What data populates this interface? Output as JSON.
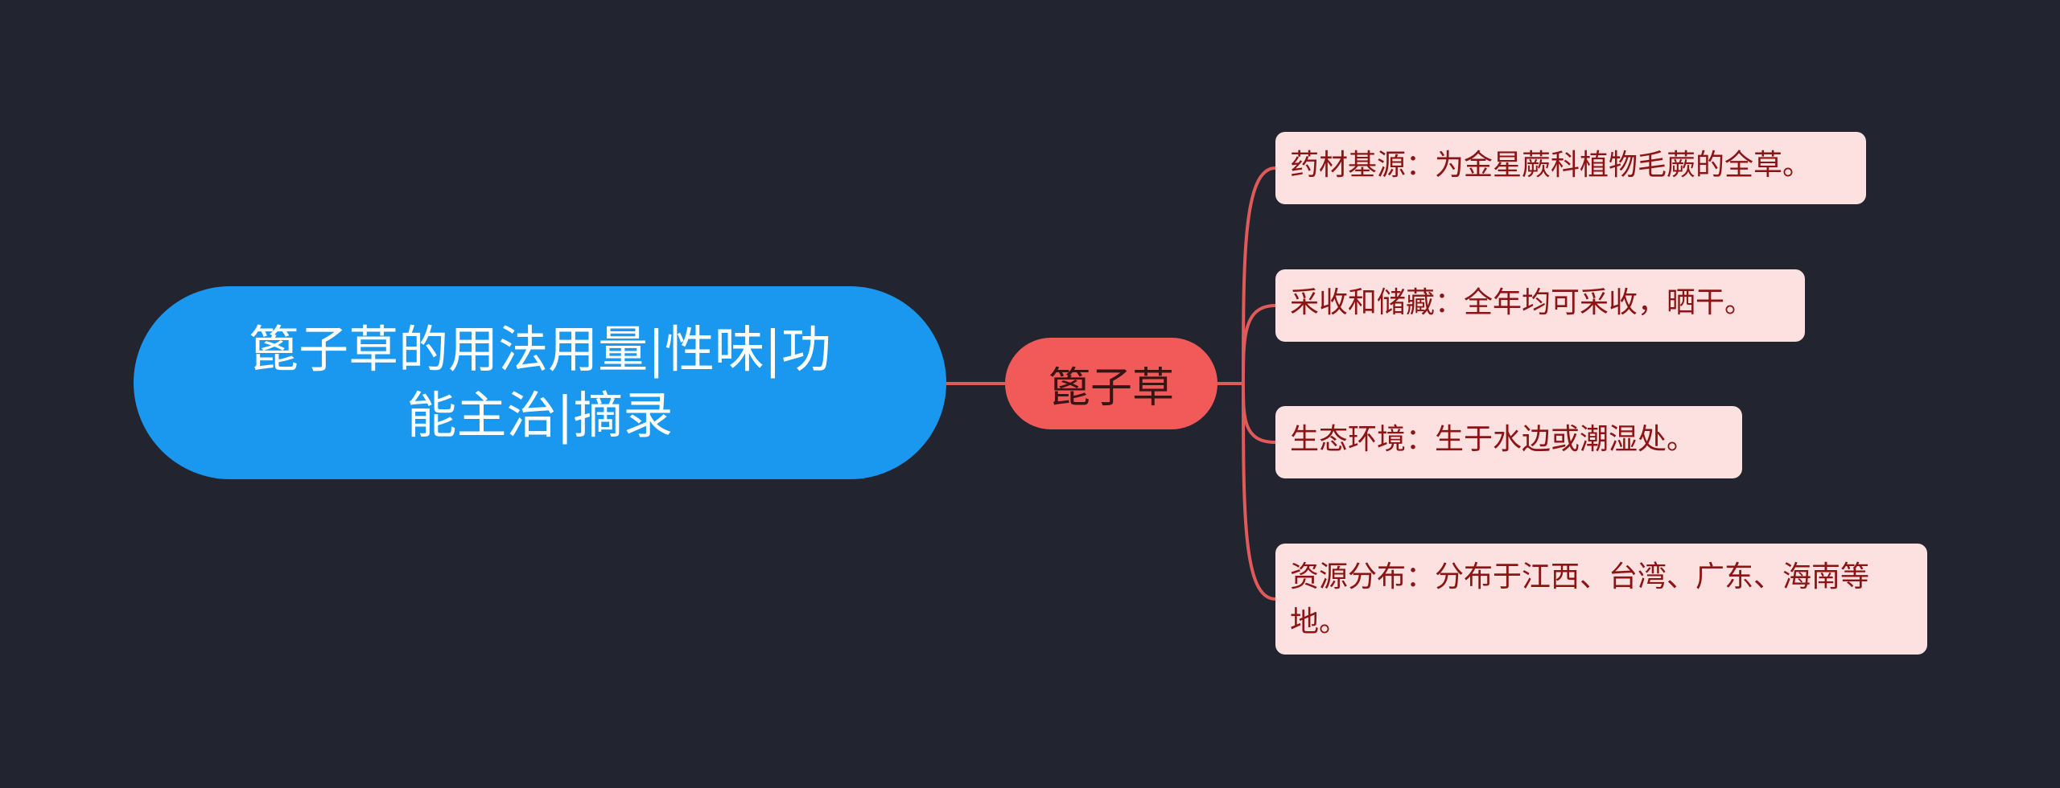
{
  "mindmap": {
    "root": {
      "line1": "篦子草的用法用量|性味|功",
      "line2": "能主治|摘录"
    },
    "main_topic": "篦子草",
    "leaves": [
      "药材基源：为金星蕨科植物毛蕨的全草。",
      "采收和储藏：全年均可采收，晒干。",
      "生态环境：生于水边或潮湿处。",
      "资源分布：分布于江西、台湾、广东、海南等地。"
    ]
  },
  "colors": {
    "background": "#22252f",
    "root_fill": "#1a98f0",
    "main_topic_fill": "#f25a5a",
    "leaf_fill": "#fde0e0",
    "connector": "#e05a5a"
  }
}
